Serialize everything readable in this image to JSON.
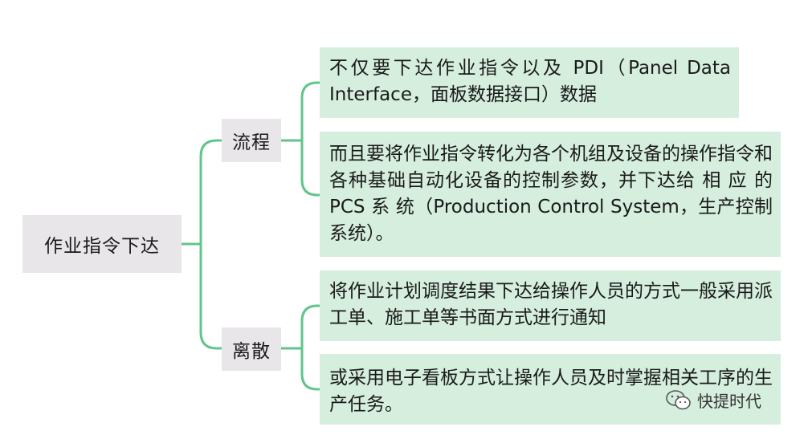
{
  "root": {
    "label": "作业指令下达"
  },
  "branches": [
    {
      "label": "流程",
      "items": [
        "不仅要下达作业指令以及 PDI（Panel Data Interface，面板数据接口）数据",
        "而且要将作业指令转化为各个机组及设备的操作指令和各种基础自动化设备的控制参数，并下达给 相 应 的 PCS 系 统（Production Control System，生产控制系统）。"
      ]
    },
    {
      "label": "离散",
      "items": [
        "将作业计划调度结果下达给操作人员的方式一般采用派工单、施工单等书面方式进行通知",
        "或采用电子看板方式让操作人员及时掌握相关工序的生产任务。"
      ]
    }
  ],
  "watermark": {
    "text": "快提时代",
    "icon": "wechat-icon"
  },
  "colors": {
    "connector": "#5fc58a",
    "node_fill": "#e9e6ea",
    "leaf_fill": "#d5eedd"
  }
}
